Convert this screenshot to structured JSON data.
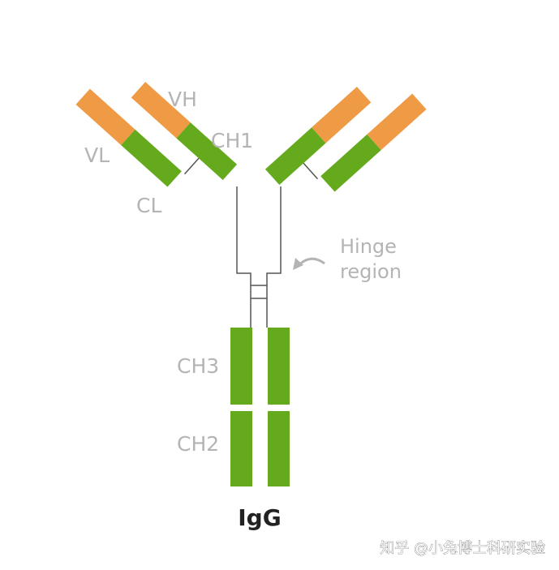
{
  "title": "IgG",
  "labels": {
    "vh": "VH",
    "vl": "VL",
    "ch1": "CH1",
    "cl": "CL",
    "hinge_line1": "Hinge",
    "hinge_line2": "region",
    "ch3": "CH3",
    "ch2": "CH2"
  },
  "watermark": "知乎 @小兔博士科研实验",
  "colors": {
    "variable_domain": "#ef9a45",
    "constant_domain": "#65a91d",
    "outline": "#555555",
    "label": "#b4b4b4",
    "title": "#222222"
  }
}
